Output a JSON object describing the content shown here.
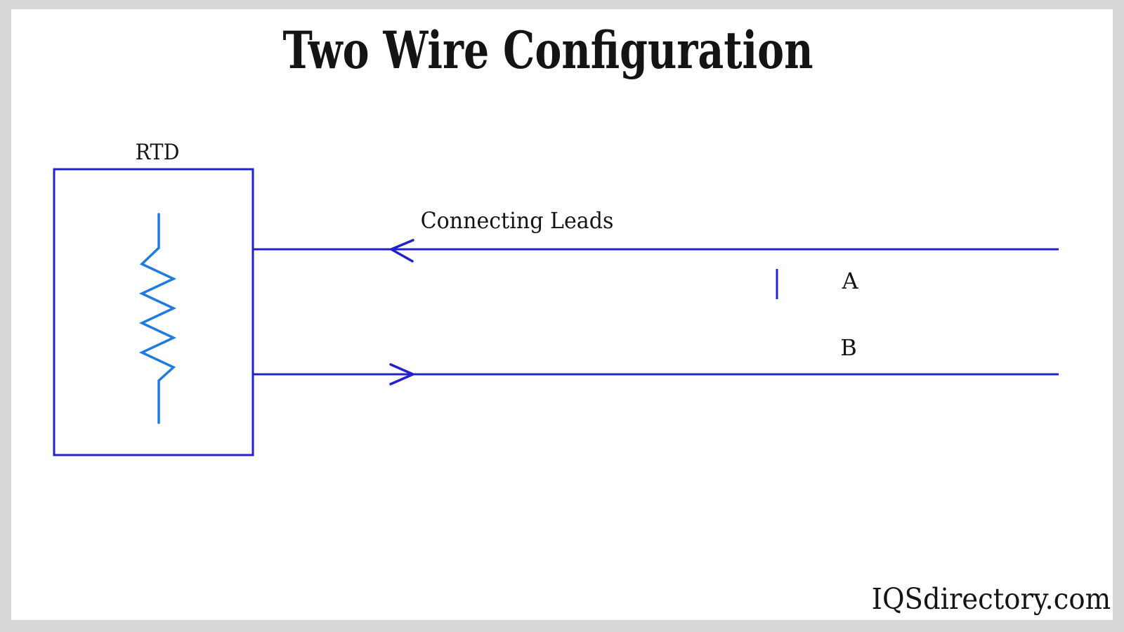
{
  "page": {
    "title": "Two Wire Configuration",
    "watermark": "IQSdirectory.com"
  },
  "diagram": {
    "rtd_label": "RTD",
    "connecting_leads_label": "Connecting Leads",
    "lead_a_label": "A",
    "lead_b_label": "B"
  },
  "colors": {
    "frame_gray": "#d8d8d8",
    "panel_white": "#ffffff",
    "wire_blue": "#2222cc",
    "resistor_blue": "#1e7be0",
    "text_black": "#141414"
  }
}
